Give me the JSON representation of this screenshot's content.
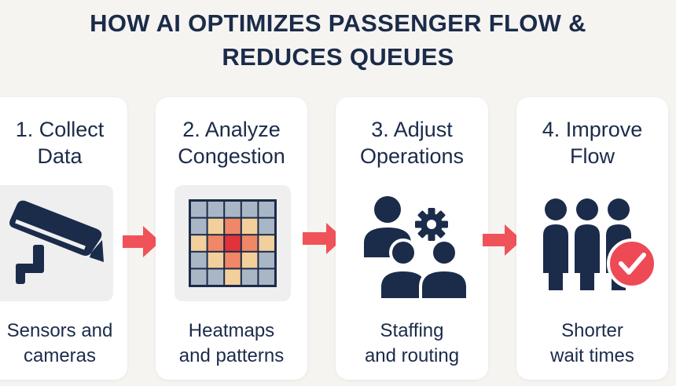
{
  "title": {
    "line1": "HOW AI OPTIMIZES PASSENGER FLOW &",
    "line2": "REDUCES QUEUES"
  },
  "steps": [
    {
      "title_line1": "1. Collect",
      "title_line2": "Data",
      "caption_line1": "Sensors and",
      "caption_line2": "cameras",
      "icon": "security-camera-icon"
    },
    {
      "title_line1": "2. Analyze",
      "title_line2": "Congestion",
      "caption_line1": "Heatmaps",
      "caption_line2": "and patterns",
      "icon": "heatmap-grid-icon"
    },
    {
      "title_line1": "3. Adjust",
      "title_line2": "Operations",
      "caption_line1": "Staffing",
      "caption_line2": "and routing",
      "icon": "people-gear-icon"
    },
    {
      "title_line1": "4. Improve",
      "title_line2": "Flow",
      "caption_line1": "Shorter",
      "caption_line2": "wait times",
      "icon": "people-check-icon"
    }
  ],
  "colors": {
    "background": "#f6f4f1",
    "card": "#ffffff",
    "navy": "#1b2b4a",
    "arrow": "#f0525a",
    "check": "#ee4a55",
    "icon_box": "#efefef"
  },
  "heatmap": {
    "grid": [
      [
        0,
        0,
        0,
        0,
        0
      ],
      [
        0,
        1,
        2,
        1,
        0
      ],
      [
        1,
        2,
        3,
        2,
        1
      ],
      [
        0,
        1,
        2,
        1,
        0
      ],
      [
        0,
        0,
        1,
        0,
        0
      ]
    ],
    "palette": [
      "#a9b6c6",
      "#f3cf9c",
      "#f08766",
      "#e0343a"
    ]
  }
}
